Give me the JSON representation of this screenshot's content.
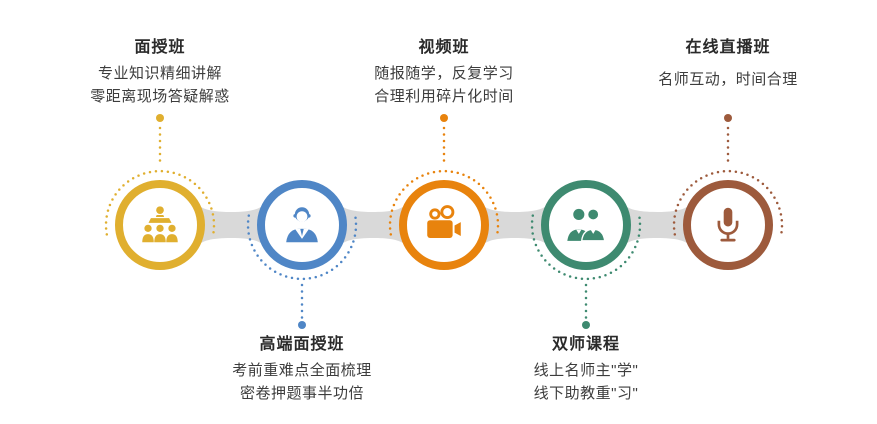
{
  "figure": {
    "background": "#ffffff",
    "connector_color": "#d9d9d9",
    "type": "course-types-infographic"
  },
  "items": [
    {
      "title": "面授班",
      "desc": [
        "专业知识精细讲解",
        "零距离现场答疑解惑"
      ],
      "color": "#e0af2f",
      "icon": "lecture-audience-icon",
      "label_position": "top"
    },
    {
      "title": "高端面授班",
      "desc": [
        "考前重难点全面梳理",
        "密卷押题事半功倍"
      ],
      "color": "#4f86c6",
      "icon": "businessman-icon",
      "label_position": "bottom"
    },
    {
      "title": "视频班",
      "desc": [
        "随报随学，反复学习",
        "合理利用碎片化时间"
      ],
      "color": "#e8830d",
      "icon": "video-camera-icon",
      "label_position": "top"
    },
    {
      "title": "双师课程",
      "desc": [
        "线上名师主\"学\"",
        "线下助教重\"习\""
      ],
      "color": "#3e8a70",
      "icon": "two-businessmen-icon",
      "label_position": "bottom"
    },
    {
      "title": "在线直播班",
      "desc": [
        "名师互动，时间合理"
      ],
      "color": "#9d5a3c",
      "icon": "microphone-icon",
      "label_position": "top"
    }
  ]
}
